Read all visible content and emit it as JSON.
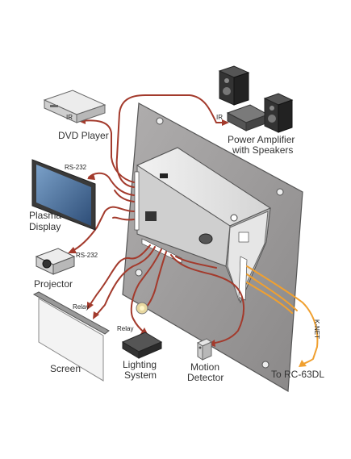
{
  "labels": {
    "dvd_player": "DVD Player",
    "power_amp_line1": "Power Amplifier",
    "power_amp_line2": "with Speakers",
    "plasma_line1": "Plasma",
    "plasma_line2": "Display",
    "projector": "Projector",
    "screen": "Screen",
    "lighting_line1": "Lighting",
    "lighting_line2": "System",
    "motion_line1": "Motion",
    "motion_line2": "Detector",
    "to_rc": "To RC-63DL"
  },
  "wire_tags": {
    "ir_dvd": "IR",
    "ir_amp": "IR",
    "rs232_plasma": "RS-232",
    "rs232_projector": "RS-232",
    "relay_screen": "Relay",
    "relay_lighting": "Relay",
    "knet": "K-NET"
  },
  "colors": {
    "wire": "#a33a2c",
    "knet_wire": "#f0a030",
    "panel": "#9a9898",
    "device": "#d8d8d8"
  }
}
